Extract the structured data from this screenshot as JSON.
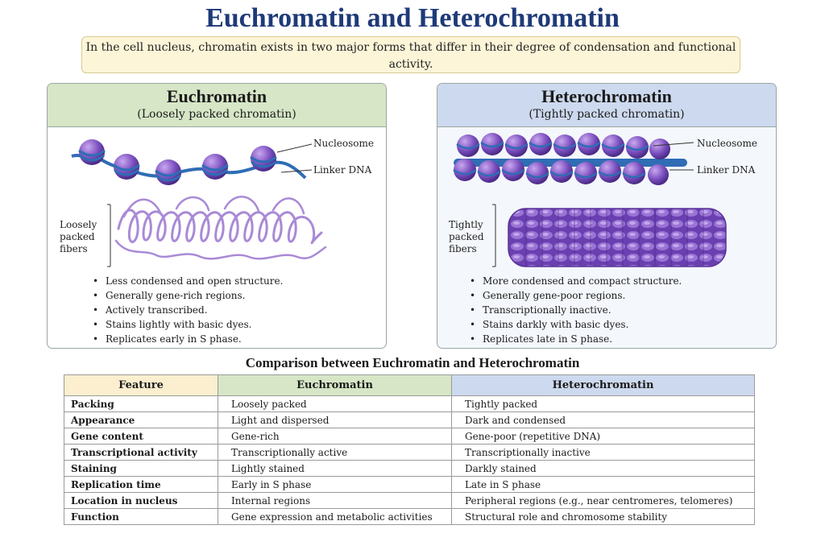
{
  "title": "Euchromatin and Heterochromatin",
  "intro": "In the cell nucleus, chromatin exists in two major forms that differ in their degree of condensation and functional activity.",
  "euchromatin": {
    "title": "Euchromatin",
    "subtitle": "(Loosely packed chromatin)",
    "label_nucleosome": "Nucleosome",
    "label_linker": "Linker DNA",
    "side_label": [
      "Loosely",
      "packed",
      "fibers"
    ],
    "bullets": [
      "Less condensed and open structure.",
      "Generally gene-rich regions.",
      "Actively transcribed.",
      "Stains lightly with basic dyes.",
      "Replicates early in S phase."
    ]
  },
  "heterochromatin": {
    "title": "Heterochromatin",
    "subtitle": "(Tightly packed chromatin)",
    "label_nucleosome": "Nucleosome",
    "label_linker": "Linker DNA",
    "side_label": [
      "Tightly",
      "packed",
      "fibers"
    ],
    "bullets": [
      "More condensed and compact structure.",
      "Generally gene-poor regions.",
      "Transcriptionally inactive.",
      "Stains darkly with basic dyes.",
      "Replicates late in S phase."
    ]
  },
  "comparison": {
    "title": "Comparison between Euchromatin and Heterochromatin",
    "headers": [
      "Feature",
      "Euchromatin",
      "Heterochromatin"
    ],
    "rows": [
      [
        "Packing",
        "Loosely packed",
        "Tightly packed"
      ],
      [
        "Appearance",
        "Light and dispersed",
        "Dark and condensed"
      ],
      [
        "Gene content",
        "Gene-rich",
        "Gene-poor (repetitive DNA)"
      ],
      [
        "Transcriptional activity",
        "Transcriptionally active",
        "Transcriptionally inactive"
      ],
      [
        "Staining",
        "Lightly stained",
        "Darkly stained"
      ],
      [
        "Replication time",
        "Early in S phase",
        "Late in S phase"
      ],
      [
        "Location in nucleus",
        "Internal regions",
        "Peripheral regions (e.g., near centromeres, telomeres)"
      ],
      [
        "Function",
        "Gene expression and metabolic activities",
        "Structural role and chromosome stability"
      ]
    ]
  },
  "colors": {
    "title": "#1e3a78",
    "nucleosome": "#7b4fbf",
    "dna": "#2f6db5",
    "fiber_light": "#b99ae0",
    "fiber_dark": "#6a3fb0"
  }
}
